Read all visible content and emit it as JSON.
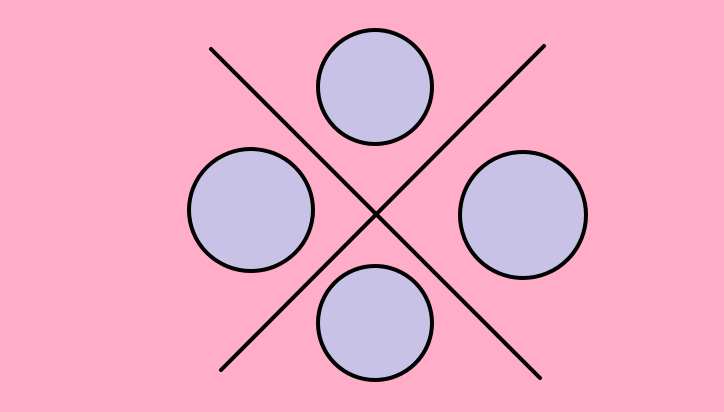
{
  "colors": {
    "background": "#ffadc8",
    "circle_fill": "#c8c3e6",
    "stroke": "#000000"
  },
  "diagram": {
    "shapes": [
      {
        "kind": "circle",
        "name": "circle-top"
      },
      {
        "kind": "circle",
        "name": "circle-left"
      },
      {
        "kind": "circle",
        "name": "circle-right"
      },
      {
        "kind": "circle",
        "name": "circle-bottom"
      },
      {
        "kind": "line",
        "name": "diagonal-line-descending"
      },
      {
        "kind": "line",
        "name": "diagonal-line-ascending"
      }
    ]
  }
}
